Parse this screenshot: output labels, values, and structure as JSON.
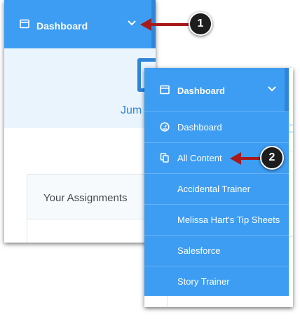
{
  "back_screen": {
    "menu_label": "Dashboard",
    "jump_text": "Jum",
    "assignments_title": "Your Assignments"
  },
  "dropdown": {
    "header_label": "Dashboard",
    "items": [
      {
        "label": "Dashboard",
        "icon": "speedometer-icon"
      },
      {
        "label": "All Content",
        "icon": "copy-pages-icon"
      },
      {
        "label": "Accidental Trainer"
      },
      {
        "label": "Melissa Hart's Tip Sheets"
      },
      {
        "label": "Salesforce"
      },
      {
        "label": "Story Trainer"
      }
    ]
  },
  "callouts": [
    {
      "number": "1"
    },
    {
      "number": "2"
    }
  ],
  "colors": {
    "menu_blue": "#3d9df2",
    "menu_dark": "#2f86d9",
    "light_panel": "#eaf4fd",
    "arrow_red": "#a8191c",
    "badge_dark": "#1d1d1d"
  }
}
